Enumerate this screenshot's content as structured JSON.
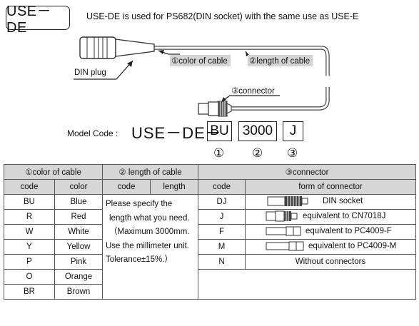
{
  "header": {
    "model": "USE－DE",
    "description": "USE-DE is used for PS682(DIN socket) with the same use as USE-E"
  },
  "diagram": {
    "din_plug_label": "DIN plug",
    "color_label": "①color of cable",
    "length_label": "②length of cable",
    "connector_label": "③connector"
  },
  "model_code": {
    "label": "Model Code :",
    "prefix": "USE－DE－",
    "parts": [
      "BU",
      "3000",
      "J"
    ],
    "numbers": [
      "①",
      "②",
      "③"
    ]
  },
  "table": {
    "group_headers": [
      "①color of cable",
      "②   length of cable",
      "③connector"
    ],
    "sub_headers": [
      "code",
      "color",
      "code",
      "length",
      "code",
      "form of connector"
    ],
    "colors": [
      {
        "code": "BU",
        "color": "Blue"
      },
      {
        "code": "R",
        "color": "Red"
      },
      {
        "code": "W",
        "color": "White"
      },
      {
        "code": "Y",
        "color": "Yellow"
      },
      {
        "code": "P",
        "color": "Pink"
      },
      {
        "code": "O",
        "color": "Orange"
      },
      {
        "code": "BR",
        "color": "Brown"
      }
    ],
    "length_lines": [
      "Please specify the",
      "length what you need.",
      "（Maximum 3000mm.",
      "Use the millimeter unit.",
      "Tolerance±15%.）"
    ],
    "connectors": [
      {
        "code": "DJ",
        "form": "DIN socket"
      },
      {
        "code": "J",
        "form": "equivalent to CN7018J"
      },
      {
        "code": "F",
        "form": "equivalent to PC4009-F"
      },
      {
        "code": "M",
        "form": "equivalent to PC4009-M"
      },
      {
        "code": "N",
        "form": "Without connectors"
      }
    ]
  }
}
